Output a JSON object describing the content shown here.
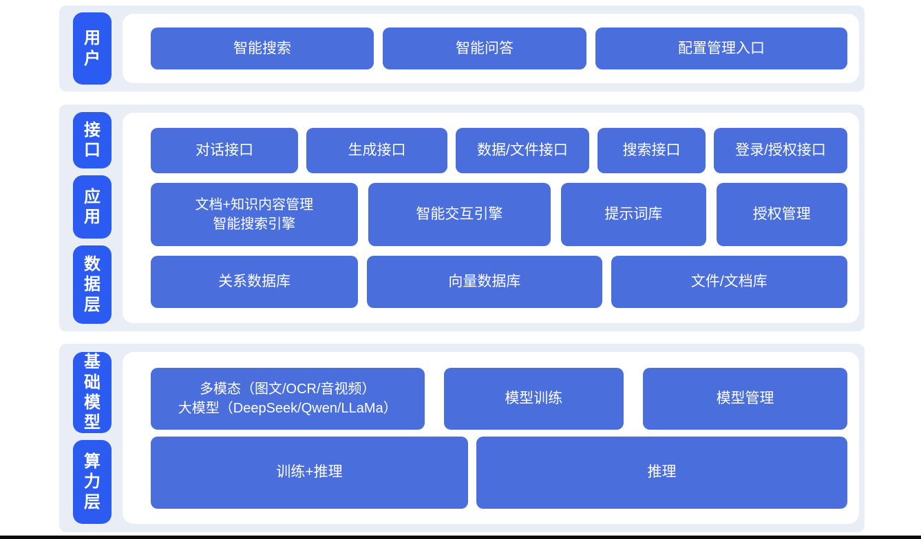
{
  "colors": {
    "band_background": "#e9eef6",
    "badge_blue": "#2b5bf0",
    "block_blue": "#4a6edb",
    "text_white": "#ffffff",
    "bottom_rule_black": "#0a0a0a"
  },
  "bands": [
    {
      "name": "user-layer",
      "badges": [
        {
          "label": "用户"
        }
      ],
      "rows": [
        {
          "buttons": [
            {
              "label": "智能搜索"
            },
            {
              "label": "智能问答"
            },
            {
              "label": "配置管理入口"
            }
          ]
        }
      ]
    },
    {
      "name": "middle-layers",
      "badges": [
        {
          "label": "接口"
        },
        {
          "label": "应用"
        },
        {
          "label": "数据层"
        }
      ],
      "rows": [
        {
          "buttons": [
            {
              "label": "对话接口"
            },
            {
              "label": "生成接口"
            },
            {
              "label": "数据/文件接口"
            },
            {
              "label": "搜索接口"
            },
            {
              "label": "登录/授权接口"
            }
          ]
        },
        {
          "buttons": [
            {
              "line1": "文档+知识内容管理",
              "line2": "智能搜索引擎"
            },
            {
              "label": "智能交互引擎"
            },
            {
              "label": "提示词库"
            },
            {
              "label": "授权管理"
            }
          ]
        },
        {
          "buttons": [
            {
              "label": "关系数据库"
            },
            {
              "label": "向量数据库"
            },
            {
              "label": "文件/文档库"
            }
          ]
        }
      ]
    },
    {
      "name": "foundation-layers",
      "badges": [
        {
          "label": "基础模型"
        },
        {
          "label": "算力层"
        }
      ],
      "rows": [
        {
          "buttons": [
            {
              "line1": "多模态（图文/OCR/音视频）",
              "line2": "大模型（DeepSeek/Qwen/LLaMa）"
            },
            {
              "label": "模型训练"
            },
            {
              "label": "模型管理"
            }
          ]
        },
        {
          "buttons": [
            {
              "label": "训练+推理"
            },
            {
              "label": "推理"
            }
          ]
        }
      ]
    }
  ]
}
